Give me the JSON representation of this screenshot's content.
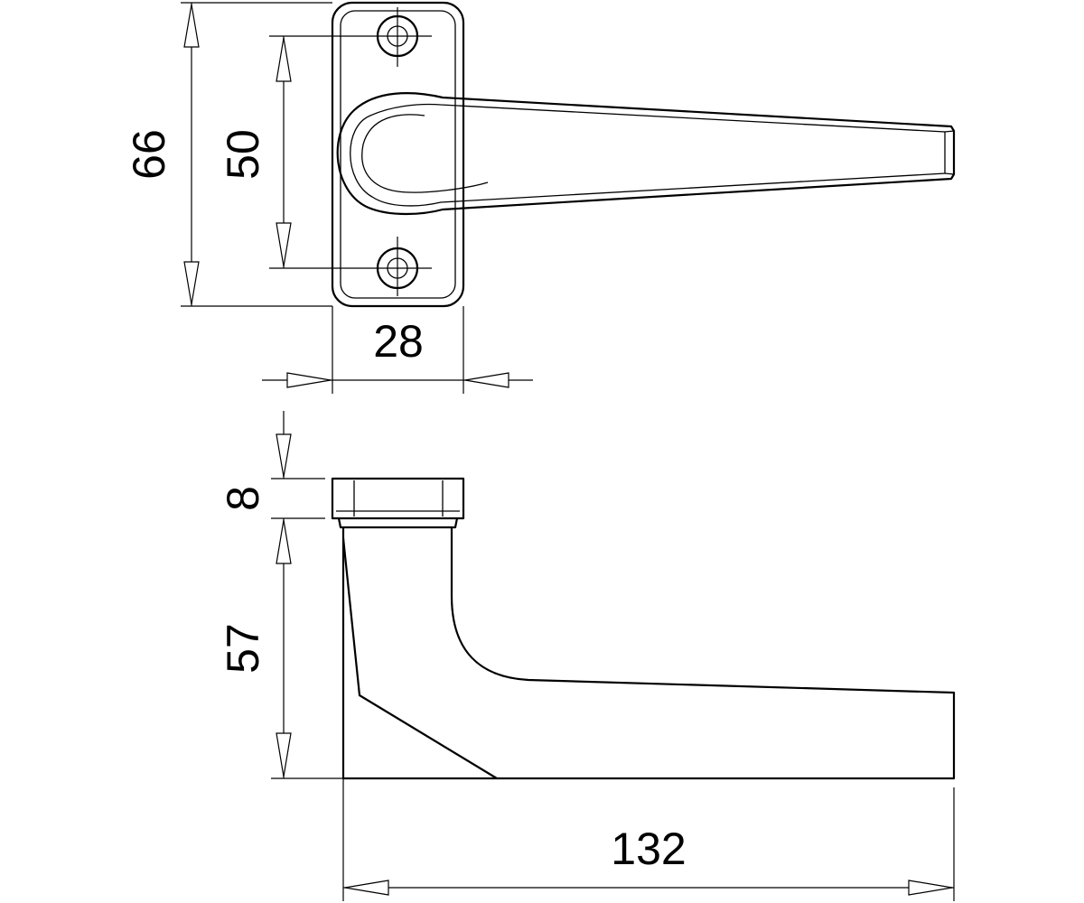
{
  "dimensions": {
    "overall_height": "66",
    "hole_spacing": "50",
    "rose_width": "28",
    "rose_thickness": "8",
    "projection": "57",
    "lever_length": "132"
  },
  "colors": {
    "line": "#000000",
    "background": "#ffffff"
  }
}
